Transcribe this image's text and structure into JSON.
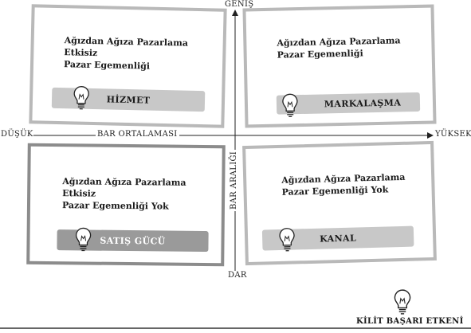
{
  "axes": {
    "top": "GENİŞ",
    "bottom": "DAR",
    "left": "DÜŞÜK",
    "right": "YÜKSEK",
    "horizontal_title": "BAR ORTALAMASI",
    "vertical_title": "BAR ARALIĞI"
  },
  "quadrants": {
    "top_left": {
      "line1": "Ağızdan Ağıza Pazarlama Etkisiz",
      "line2": "Pazar Egemenliği",
      "bar_label": "HİZMET"
    },
    "top_right": {
      "line1": "Ağızdan Ağıza Pazarlama",
      "line2": "Pazar Egemenliği",
      "bar_label": "MARKALAŞMA"
    },
    "bottom_left": {
      "line1": "Ağızdan Ağıza Pazarlama Etkisiz",
      "line2": "Pazar Egemenliği Yok",
      "bar_label": "SATIŞ GÜCÜ"
    },
    "bottom_right": {
      "line1": "Ağızdan Ağıza Pazarlama",
      "line2": "Pazar Egemenliği Yok",
      "bar_label": "KANAL"
    }
  },
  "legend": {
    "label": "KİLİT BAŞARI ETKENİ",
    "icon": "lightbulb-icon"
  },
  "colors": {
    "card_border_light": "#b9b9b9",
    "card_border_dark": "#8c8c8c",
    "bar_light": "#c8c8c8",
    "bar_dark": "#9a9a9a"
  }
}
